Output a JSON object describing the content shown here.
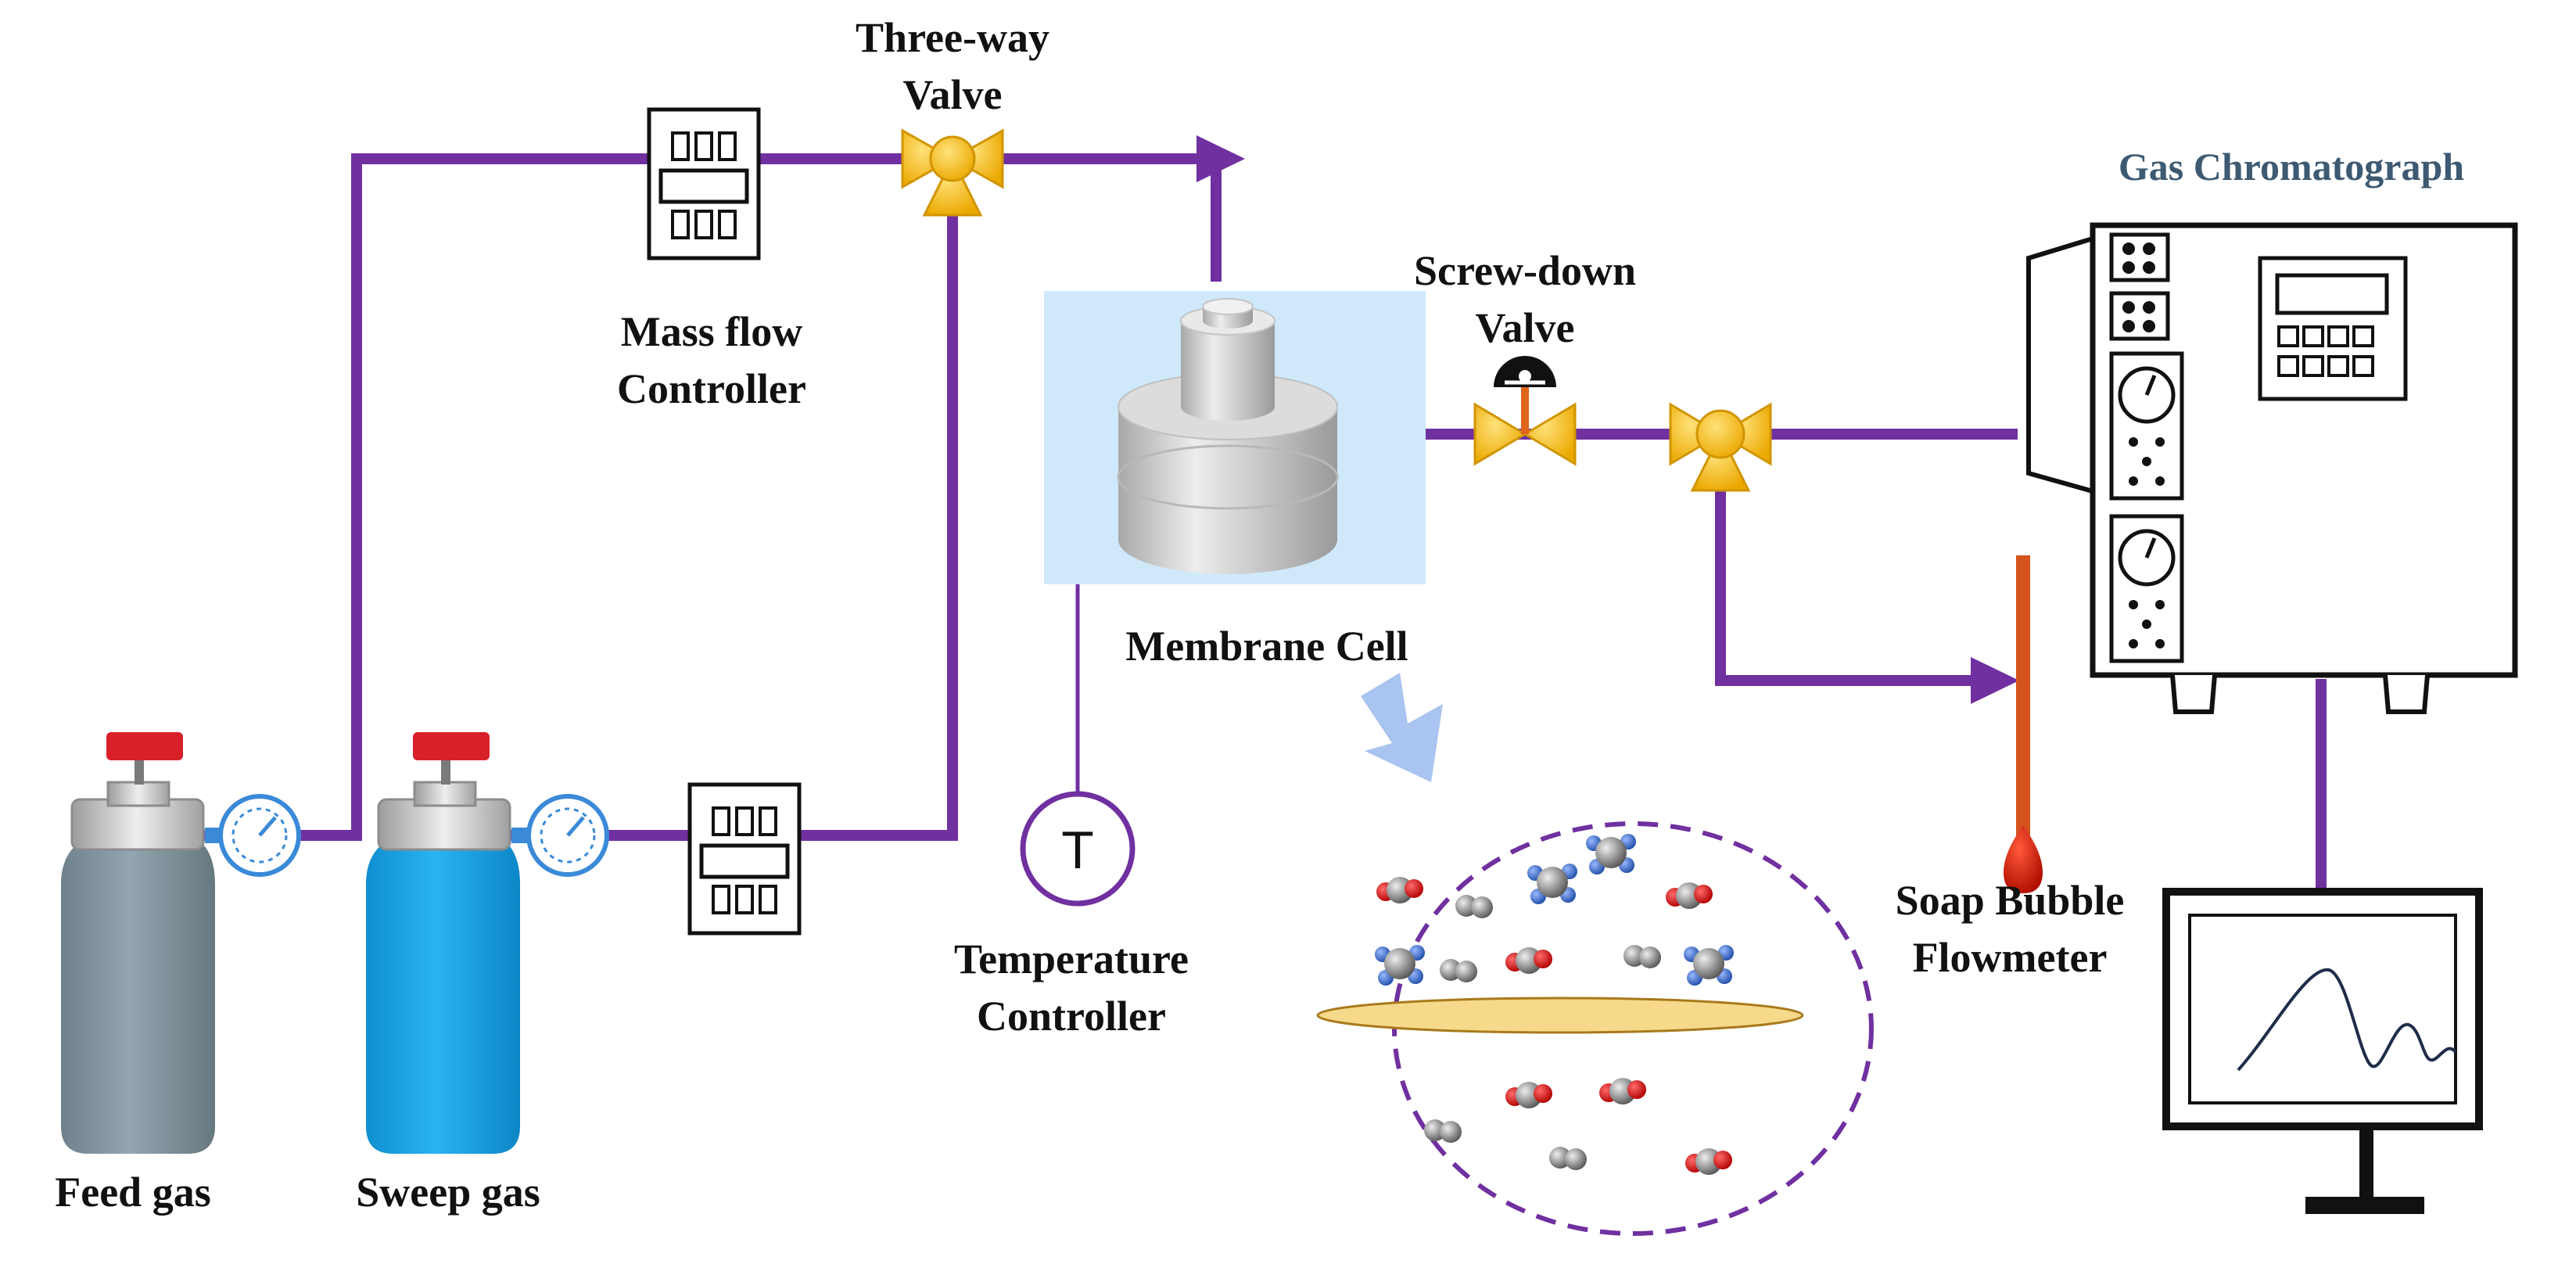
{
  "labels": {
    "three_way_valve": [
      "Three-way",
      "Valve"
    ],
    "mass_flow_controller": [
      "Mass flow",
      "Controller"
    ],
    "screw_down_valve": [
      "Screw-down",
      "Valve"
    ],
    "gas_chromatograph": "Gas Chromatograph",
    "membrane_cell": "Membrane Cell",
    "temperature_controller": [
      "Temperature",
      "Controller"
    ],
    "soap_bubble_flowmeter": [
      "Soap Bubble",
      "Flowmeter"
    ],
    "feed_gas": "Feed gas",
    "sweep_gas": "Sweep gas",
    "temperature_symbol": "T"
  },
  "colors": {
    "pipe": "#7030a0",
    "feed_cylinder": "#8899a4",
    "sweep_cylinder": "#1aa3e3",
    "valve": "#f5b800",
    "cell_background": "#cfe9fb",
    "arrow_hint": "#a9c4f0",
    "flowmeter_tube": "#d4541c",
    "membrane": "#f6d98b"
  }
}
